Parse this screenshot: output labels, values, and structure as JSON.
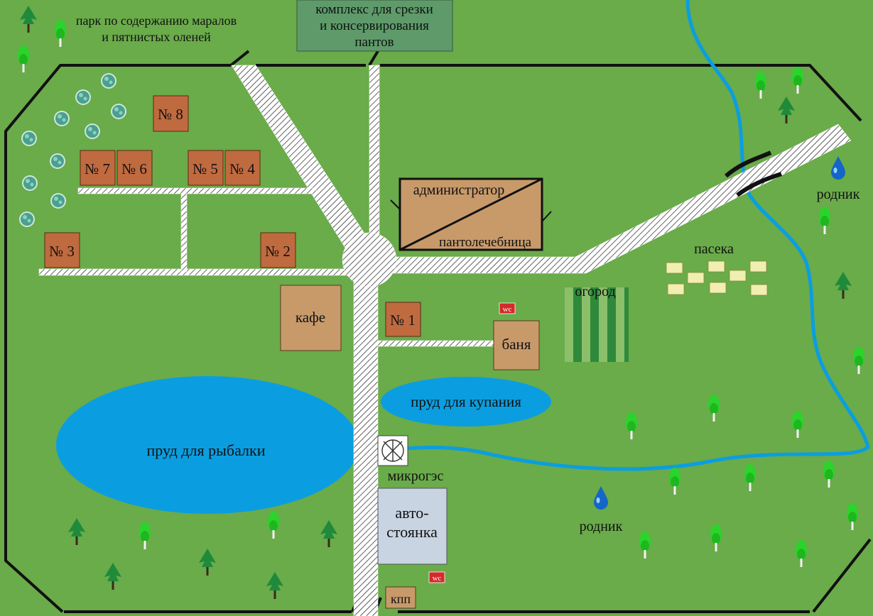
{
  "labels": {
    "deer_park": [
      "парк по содержанию маралов",
      "и пятнистых оленей"
    ],
    "antler_complex": [
      "комплекс для срезки",
      "и консервирования",
      "пантов"
    ],
    "admin": "администратор",
    "pantotherapy": "пантолечебница",
    "apiary": "пасека",
    "garden": "огород",
    "cafe": "кафе",
    "bathhouse": "баня",
    "swim_pond": "пруд для купания",
    "fish_pond": "пруд для рыбалки",
    "micro_hpp": "микрогэс",
    "parking": [
      "авто-",
      "стоянка"
    ],
    "checkpoint": "кпп",
    "spring": "родник",
    "wc": "wc"
  },
  "cabins": {
    "n1": "№ 1",
    "n2": "№ 2",
    "n3": "№ 3",
    "n4": "№ 4",
    "n5": "№ 5",
    "n6": "№ 6",
    "n7": "№ 7",
    "n8": "№ 8"
  },
  "colors": {
    "grass": "#6aab4a",
    "water": "#0a9ee0",
    "cabin": "#c06a40",
    "building": "#c89a6a",
    "complex": "#5e9a6a",
    "parking": "#c8d4e2",
    "wc": "#d42a2a",
    "hive": "#f0eeb0",
    "tree": "#2bd42b"
  }
}
